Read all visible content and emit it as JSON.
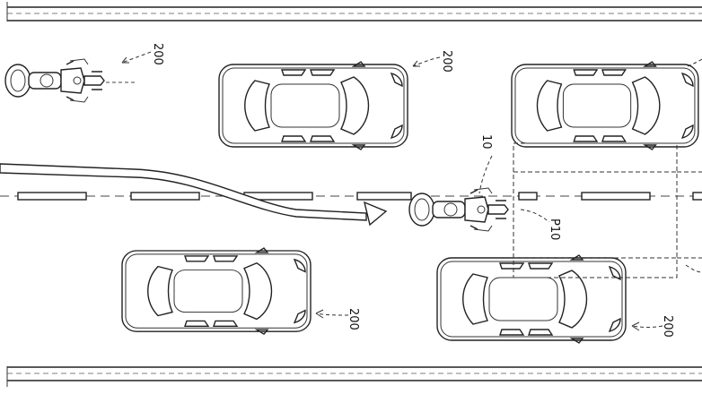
{
  "figure": {
    "labels": {
      "other_vehicle": "200",
      "host_vehicle": "10",
      "region": "P10"
    },
    "ink_color": "#222222",
    "background": "#ffffff"
  }
}
